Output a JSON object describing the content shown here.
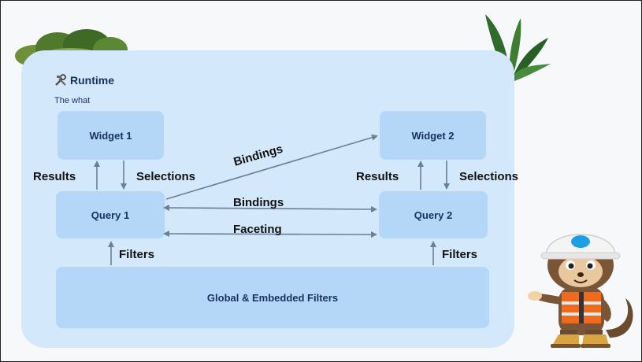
{
  "runtime": {
    "icon": "tools-icon",
    "title": "Runtime",
    "subtitle": "The what"
  },
  "nodes": {
    "widget1": "Widget 1",
    "widget2": "Widget 2",
    "query1": "Query 1",
    "query2": "Query 2",
    "filters": "Global & Embedded Filters"
  },
  "edges": {
    "results_left": "Results",
    "selections_left": "Selections",
    "results_right": "Results",
    "selections_right": "Selections",
    "bindings_diag": "Bindings",
    "bindings": "Bindings",
    "faceting": "Faceting",
    "filters_left": "Filters",
    "filters_right": "Filters"
  },
  "colors": {
    "panel": "#d3e8fb",
    "box": "#b4d7f8",
    "text": "#16325c",
    "arrow": "#6b7f95"
  },
  "decorations": [
    "leaf-bush-icon",
    "palm-leaves-icon",
    "mascot-astro-icon"
  ]
}
